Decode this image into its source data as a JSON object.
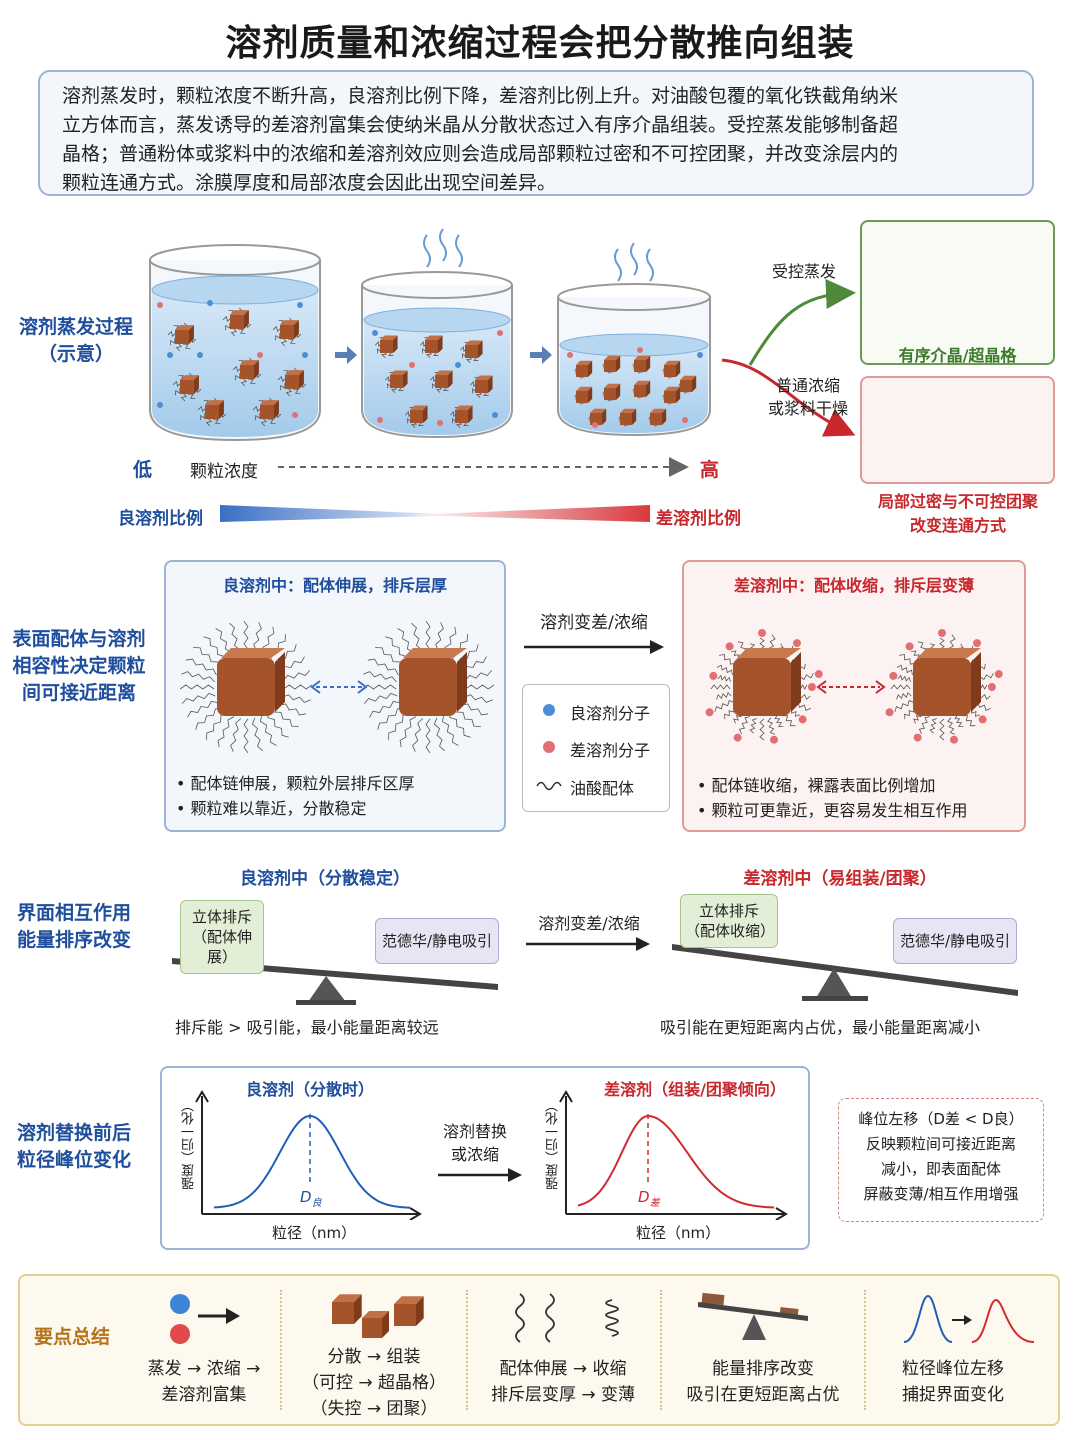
{
  "title": "溶剂质量和浓缩过程会把分散推向组装",
  "intro": {
    "lines": [
      "溶剂蒸发时，颗粒浓度不断升高，良溶剂比例下降，差溶剂比例上升。对油酸包覆的氧化铁截角纳米",
      "立方体而言，蒸发诱导的差溶剂富集会使纳米晶从分散状态过入有序介晶组装。受控蒸发能够制备超",
      "晶格；普通粉体或浆料中的浓缩和差溶剂效应则会造成局部颗粒过密和不可控团聚，并改变涂层内的",
      "颗粒连通方式。涂膜厚度和局部浓度会因此出现空间差异。"
    ]
  },
  "section1": {
    "label_line1": "溶剂蒸发过程",
    "label_line2": "（示意）",
    "low": "低",
    "high": "高",
    "concentration": "颗粒浓度",
    "good_ratio": "良溶剂比例",
    "poor_ratio": "差溶剂比例",
    "controlled": "受控蒸发",
    "ordinary_line1": "普通浓缩",
    "ordinary_line2": "或浆料干燥",
    "ordered_label": "有序介晶/超晶格",
    "disorder_line1": "局部过密与不可控团聚",
    "disorder_line2": "改变连通方式"
  },
  "section2": {
    "label_lines": [
      "表面配体与溶剂",
      "相容性决定颗粒",
      "间可接近距离"
    ],
    "good_title": "良溶剂中：配体伸展，排斥层厚",
    "good_bullets": [
      "配体链伸展，颗粒外层排斥区厚",
      "颗粒难以靠近，分散稳定"
    ],
    "arrow_label": "溶剂变差/浓缩",
    "legend": {
      "good": "良溶剂分子",
      "poor": "差溶剂分子",
      "ligand": "油酸配体"
    },
    "poor_title": "差溶剂中：配体收缩，排斥层变薄",
    "poor_bullets": [
      "配体链收缩，裸露表面比例增加",
      "颗粒可更靠近，更容易发生相互作用"
    ]
  },
  "section3": {
    "label_lines": [
      "界面相互作用",
      "能量排序改变"
    ],
    "good_title": "良溶剂中（分散稳定）",
    "poor_title": "差溶剂中（易组装/团聚）",
    "arrow_label": "溶剂变差/浓缩",
    "repulsion_good": [
      "立体排斥",
      "（配体伸展）"
    ],
    "repulsion_poor": [
      "立体排斥",
      "（配体收缩）"
    ],
    "attraction": "范德华/静电吸引",
    "good_caption": "排斥能 > 吸引能，最小能量距离较远",
    "poor_caption": "吸引能在更短距离内占优，最小能量距离减小"
  },
  "section4": {
    "label_lines": [
      "溶剂替换前后",
      "粒径峰位变化"
    ],
    "good_title": "良溶剂（分散时）",
    "poor_title": "差溶剂（组装/团聚倾向）",
    "ylabel": "强度（归一化）",
    "xlabel": "粒径（nm）",
    "d_good": "D",
    "d_good_sub": "良",
    "d_poor": "D",
    "d_poor_sub": "差",
    "arrow_line1": "溶剂替换",
    "arrow_line2": "或浓缩",
    "note_lines": [
      "峰位左移（D差 < D良）",
      "反映颗粒间可接近距离",
      "减小，即表面配体",
      "屏蔽变薄/相互作用增强"
    ]
  },
  "summary": {
    "heading": "要点总结",
    "items": [
      {
        "lines": [
          "蒸发 → 浓缩 →",
          "差溶剂富集"
        ]
      },
      {
        "lines": [
          "分散 → 组装",
          "（可控 → 超晶格）",
          "（失控 → 团聚）"
        ]
      },
      {
        "lines": [
          "配体伸展 → 收缩",
          "排斥层变厚 → 变薄"
        ]
      },
      {
        "lines": [
          "能量排序改变",
          "吸引在更短距离占优"
        ]
      },
      {
        "lines": [
          "粒径峰位左移",
          "捕捉界面变化"
        ]
      }
    ]
  },
  "colors": {
    "blue": "#1f4e9c",
    "red": "#c8282d",
    "green": "#3b7a2a",
    "cube": "#a4532a"
  }
}
